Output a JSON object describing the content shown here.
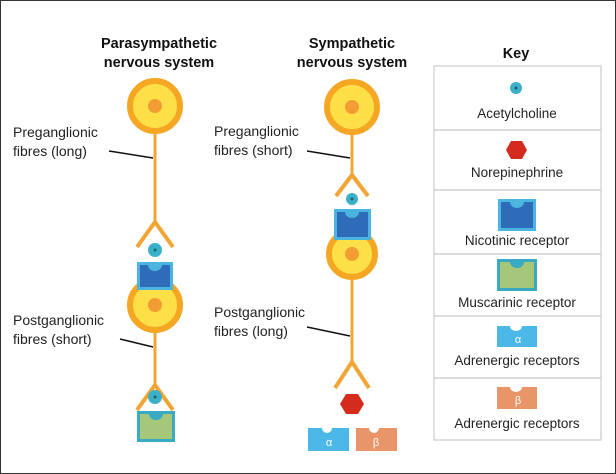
{
  "parasympathetic": {
    "title_line1": "Parasympathetic",
    "title_line2": "nervous system",
    "pre_label_line1": "Preganglionic",
    "pre_label_line2": "fibres (long)",
    "post_label_line1": "Postganglionic",
    "post_label_line2": "fibres (short)"
  },
  "sympathetic": {
    "title_line1": "Sympathetic",
    "title_line2": "nervous system",
    "pre_label_line1": "Preganglionic",
    "pre_label_line2": "fibres (short)",
    "post_label_line1": "Postganglionic",
    "post_label_line2": "fibres (long)",
    "alpha_glyph": "α",
    "beta_glyph": "β"
  },
  "key": {
    "title": "Key",
    "items": [
      {
        "label": "Acetylcholine",
        "icon": "acetylcholine-icon"
      },
      {
        "label": "Norepinephrine",
        "icon": "norepinephrine-icon"
      },
      {
        "label": "Nicotinic receptor",
        "icon": "nicotinic-receptor-icon"
      },
      {
        "label": "Muscarinic receptor",
        "icon": "muscarinic-receptor-icon"
      },
      {
        "label": "Adrenergic receptors",
        "icon": "alpha-receptor-icon",
        "glyph": "α"
      },
      {
        "label": "Adrenergic receptors",
        "icon": "beta-receptor-icon",
        "glyph": "β"
      }
    ]
  },
  "colors": {
    "neuron_outer": "#f5a623",
    "neuron_inner": "#fde047",
    "nucleus": "#f39c33",
    "axon": "#f2a534",
    "acetylcholine": "#3ab0c9",
    "norepinephrine": "#d42b1e",
    "nicotinic": "#2e6bb8",
    "nicotinic_border": "#4bb5e0",
    "muscarinic": "#a6c77a",
    "muscarinic_border": "#3aa9c2",
    "alpha": "#4cb8e8",
    "beta": "#e8956a",
    "key_border": "#cccccc"
  }
}
